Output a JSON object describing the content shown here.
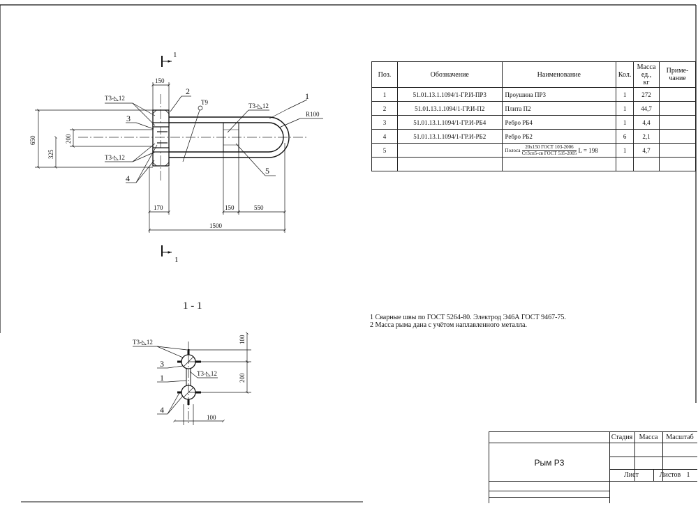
{
  "plan": {
    "section_mark_label": "1",
    "dims": {
      "d150_top": "150",
      "d650": "650",
      "d325": "325",
      "d200": "200",
      "d170": "170",
      "d150_bot": "150",
      "d550": "550",
      "d1500": "1500",
      "r100": "R100"
    },
    "callouts": {
      "c1": "1",
      "c2": "2",
      "c3": "3",
      "c4": "4",
      "c5": "5"
    },
    "welds": {
      "w_top_left": "Т3-◺12",
      "w_bot_left": "Т3-◺12",
      "w_top_right": "Т3-◺12",
      "t9": "Т9"
    }
  },
  "section": {
    "title": "1 - 1",
    "dims": {
      "d100_top": "100",
      "d200": "200",
      "d100_bot": "100"
    },
    "callouts": {
      "c3": "3",
      "c1": "1",
      "c4": "4"
    },
    "welds": {
      "w_top": "Т3-◺12",
      "w_mid": "Т3-◺12"
    }
  },
  "spec_table": {
    "headers": {
      "pos": "Поз.",
      "designation": "Обозначение",
      "name": "Наименование",
      "qty": "Кол.",
      "mass_line1": "Масса",
      "mass_line2": "ед.,",
      "mass_line3": "кг",
      "note_line1": "Приме-",
      "note_line2": "чание"
    },
    "rows": [
      {
        "pos": "1",
        "designation": "51.01.13.1.1094/1-ГР.И-ПР3",
        "name": "Проушина ПР3",
        "qty": "1",
        "mass": "272",
        "note": ""
      },
      {
        "pos": "2",
        "designation": "51.01.13.1.1094/1-ГР.И-П2",
        "name": "Плита П2",
        "qty": "1",
        "mass": "44,7",
        "note": ""
      },
      {
        "pos": "3",
        "designation": "51.01.13.1.1094/1-ГР.И-РБ4",
        "name": "Ребро РБ4",
        "qty": "1",
        "mass": "4,4",
        "note": ""
      },
      {
        "pos": "4",
        "designation": "51.01.13.1.1094/1-ГР.И-РБ2",
        "name": "Ребро РБ2",
        "qty": "6",
        "mass": "2,1",
        "note": ""
      },
      {
        "pos": "5",
        "designation": "",
        "name_prefix": "Полоса",
        "name_top": "20х150 ГОСТ 103-2006",
        "name_bottom": "Ст3сп5-св ГОСТ 535-2005",
        "name_suffix": "L = 198",
        "qty": "1",
        "mass": "4,7",
        "note": ""
      }
    ]
  },
  "notes": [
    "1  Сварные швы по ГОСТ 5264-80. Электрод Э46А ГОСТ 9467-75.",
    "2  Масса рыма дана с учётом наплавленного металла."
  ],
  "title_block": {
    "title": "Рым Р3",
    "stage_label": "Стадия",
    "mass_label": "Масса",
    "scale_label": "Масштаб",
    "sheet_label": "Лист",
    "sheets_label": "Листов",
    "sheets_value": "1"
  }
}
